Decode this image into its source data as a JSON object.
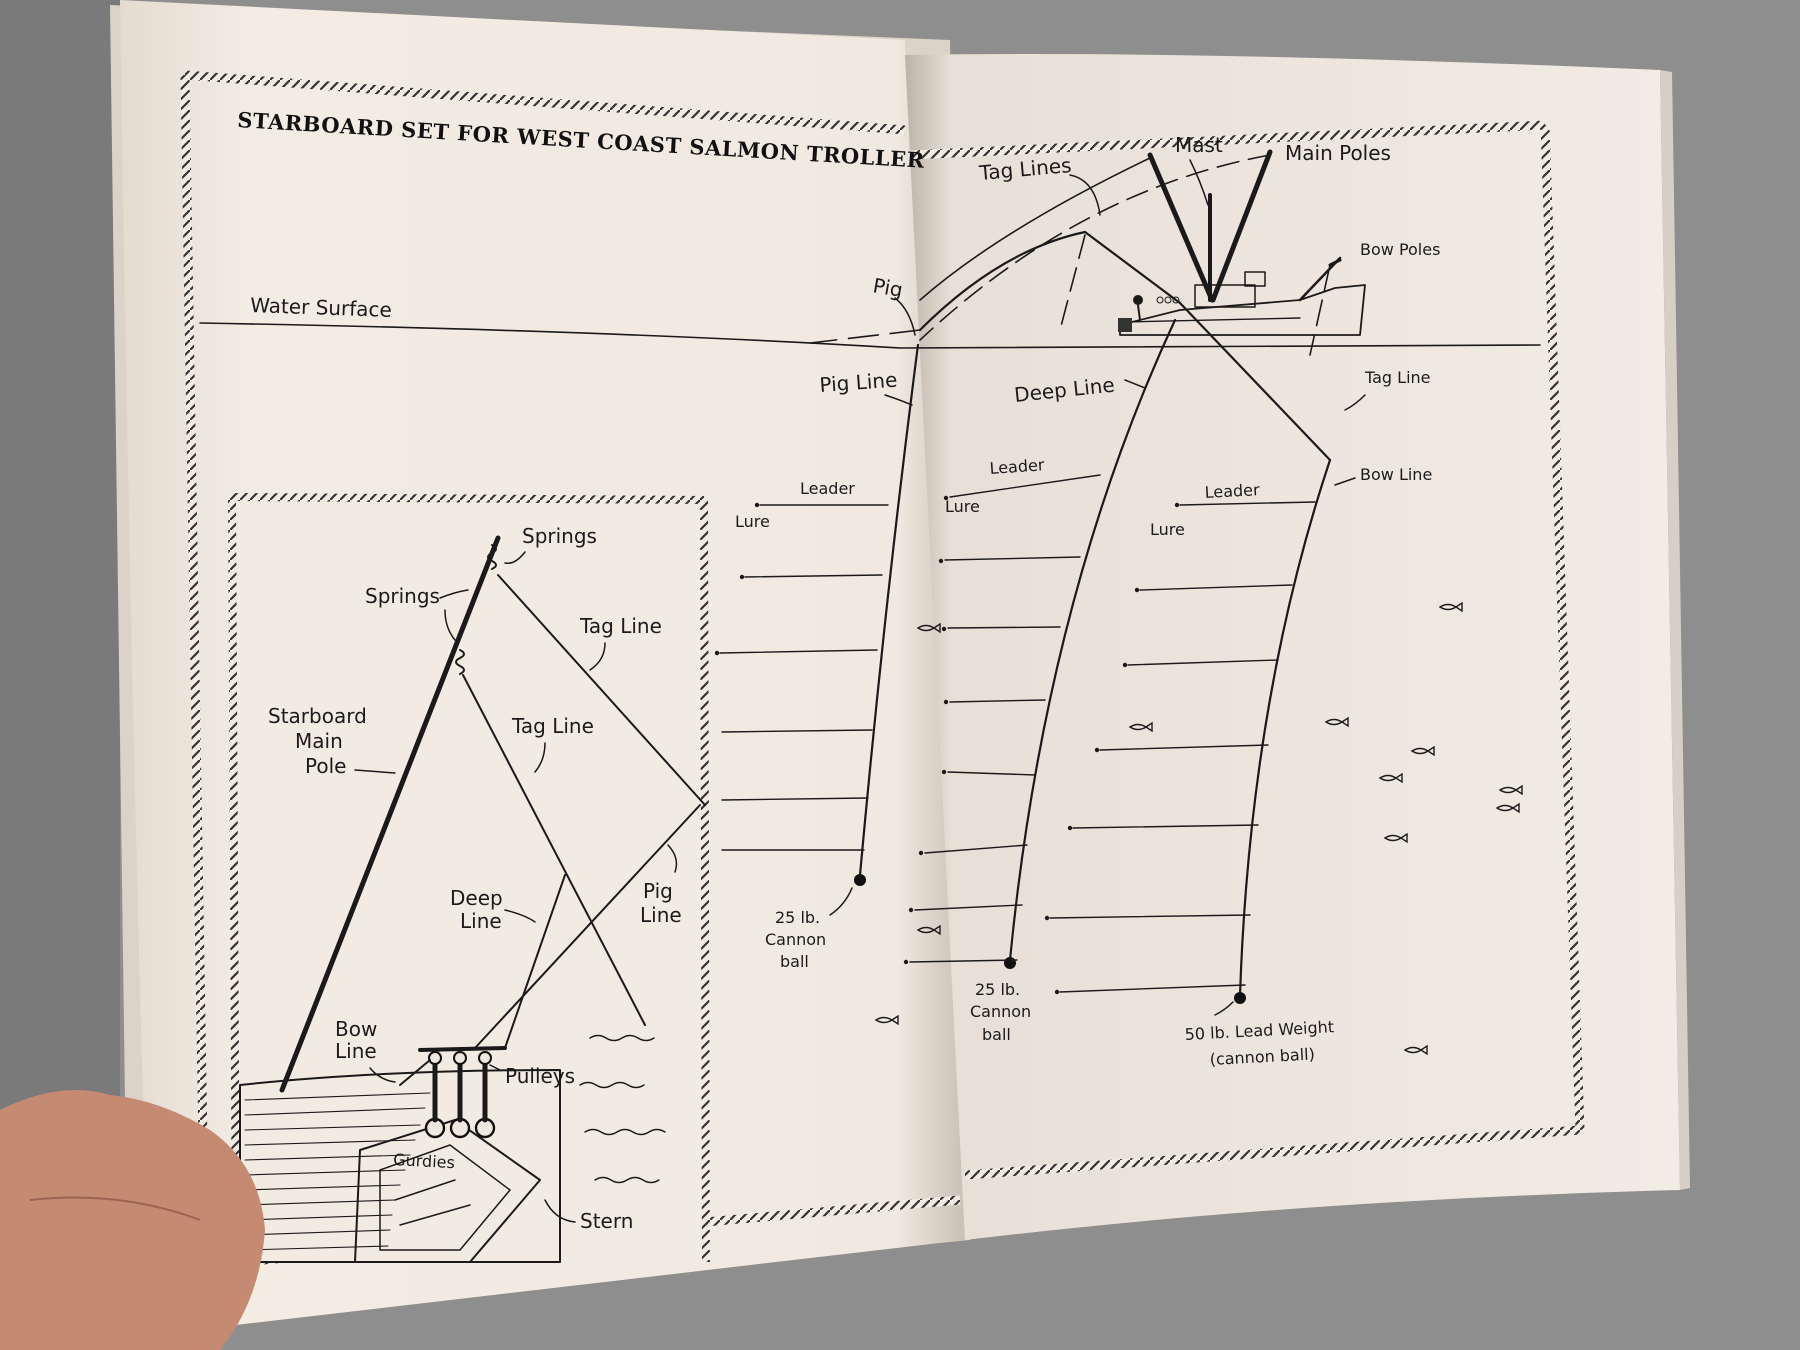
{
  "title": "STARBOARD SET FOR WEST COAST SALMON TROLLER",
  "colors": {
    "page_left": "#f2ebe2",
    "page_right": "#ede6dc",
    "ink": "#1a1a1a",
    "background": "#8e8e8e"
  },
  "main_labels": {
    "water_surface": "Water Surface",
    "tag_lines": "Tag Lines",
    "mast": "Mast",
    "main_poles": "Main Poles",
    "bow_poles": "Bow Poles",
    "pig": "Pig",
    "pig_line": "Pig Line",
    "deep_line": "Deep Line",
    "tag_line": "Tag Line",
    "bow_line": "Bow Line",
    "leader": "Leader",
    "lure": "Lure",
    "weight_25_line1": "25 lb.",
    "weight_25_line2": "Cannon",
    "weight_25_line3": "ball",
    "weight_50_line1": "50 lb. Lead Weight",
    "weight_50_line2": "(cannon ball)"
  },
  "inset_labels": {
    "springs": "Springs",
    "tag_line": "Tag Line",
    "starboard_main_pole_line1": "Starboard",
    "starboard_main_pole_line2": "Main",
    "starboard_main_pole_line3": "Pole",
    "deep_line_line1": "Deep",
    "deep_line_line2": "Line",
    "pig_line_line1": "Pig",
    "pig_line_line2": "Line",
    "bow_line_line1": "Bow",
    "bow_line_line2": "Line",
    "pulleys": "Pulleys",
    "gurdies": "Gurdies",
    "stern": "Stern"
  },
  "icons": [
    "fish-icon",
    "lure-hook-icon",
    "cannon-ball-icon",
    "pulley-icon",
    "spring-icon"
  ]
}
